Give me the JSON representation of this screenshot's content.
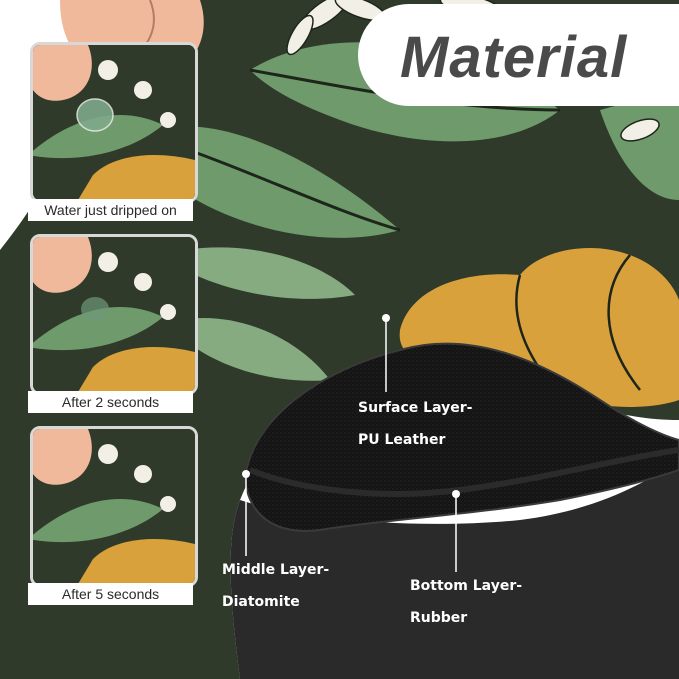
{
  "header": {
    "title": "Material"
  },
  "thumbnails": [
    {
      "caption": "Water just dripped on"
    },
    {
      "caption": "After 2 seconds"
    },
    {
      "caption": "After 5 seconds"
    }
  ],
  "layers": {
    "surface": {
      "line1": "Surface Layer-",
      "line2": "PU Leather"
    },
    "middle": {
      "line1": "Middle Layer-",
      "line2": "Diatomite"
    },
    "bottom": {
      "line1": "Bottom Layer-",
      "line2": "Rubber"
    }
  },
  "colors": {
    "mat_background": "#2f3a2a",
    "leaf_green": "#6f9a6c",
    "petal_peach": "#f1b99b",
    "flower_mustard": "#d9a13c",
    "daisy_white": "#f2f0e6",
    "underside_black": "#111111",
    "title_text": "#4a4a4a"
  }
}
